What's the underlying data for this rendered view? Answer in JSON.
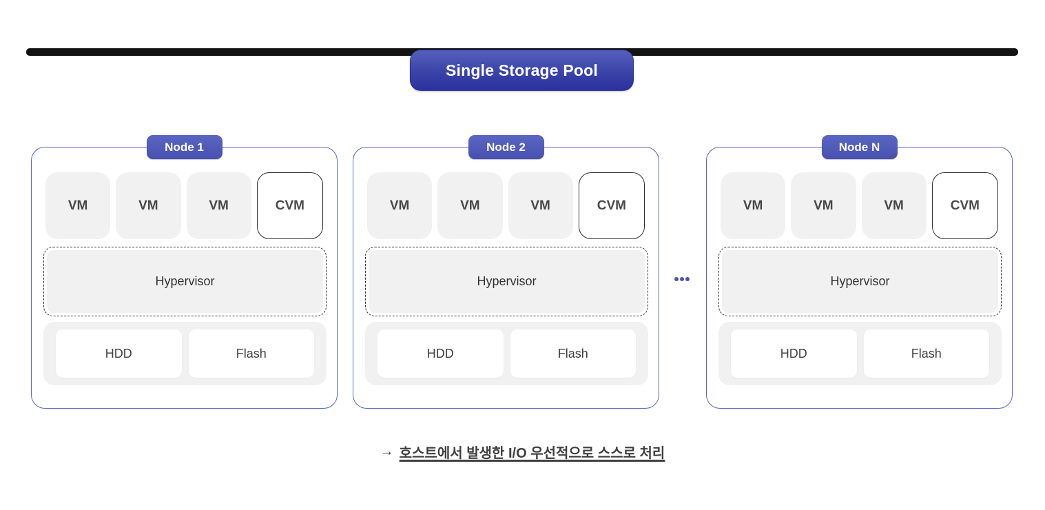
{
  "title_pill": {
    "label": "Single Storage Pool"
  },
  "nodes": [
    {
      "label": "Node 1",
      "vms": [
        "VM",
        "VM",
        "VM"
      ],
      "cvm": "CVM",
      "hypervisor": "Hypervisor",
      "storage": [
        "HDD",
        "Flash"
      ]
    },
    {
      "label": "Node 2",
      "vms": [
        "VM",
        "VM",
        "VM"
      ],
      "cvm": "CVM",
      "hypervisor": "Hypervisor",
      "storage": [
        "HDD",
        "Flash"
      ]
    },
    {
      "label": "Node N",
      "vms": [
        "VM",
        "VM",
        "VM"
      ],
      "cvm": "CVM",
      "hypervisor": "Hypervisor",
      "storage": [
        "HDD",
        "Flash"
      ]
    }
  ],
  "ellipsis": "•••",
  "caption": {
    "arrow": "→",
    "text": "호스트에서 발생한 I/O 우선적으로 스스로 처리"
  },
  "colors": {
    "top_bar": "#131313",
    "pool_pill_gradient_top": "#5560bd",
    "pool_pill_gradient_bottom": "#2c319d",
    "node_border": "#5a63c4",
    "node_pill": "#4c57b3",
    "box_fill_gray": "#f1f1f2",
    "cvm_border": "#2e2e2e",
    "hypervisor_dash": "#2e2e2e",
    "disk_fill": "#ffffff",
    "dots_blue": "#4a54ad",
    "text_dark": "#3f3f3f",
    "text_white": "#ffffff"
  }
}
